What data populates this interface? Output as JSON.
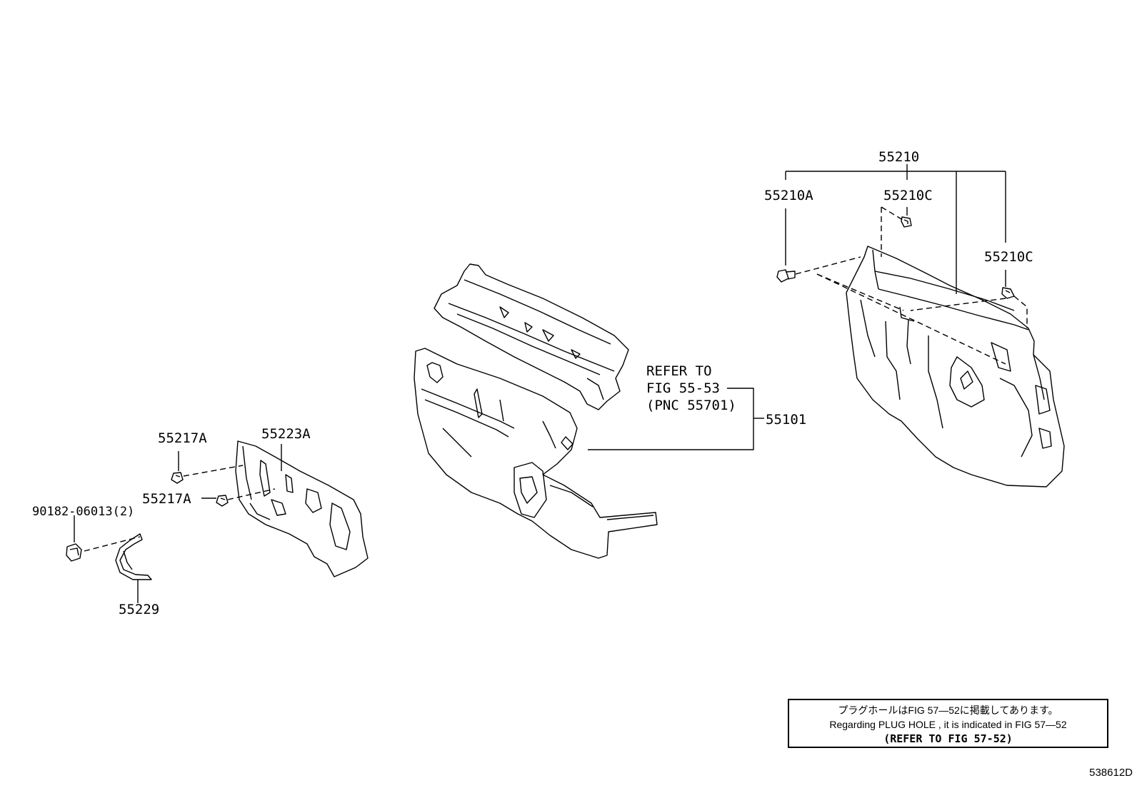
{
  "labels": {
    "p55210": "55210",
    "p55210A": "55210A",
    "p55210C_top": "55210C",
    "p55210C_right": "55210C",
    "refer_line1": "REFER TO",
    "refer_line2": "FIG 55-53",
    "refer_line3": "(PNC 55701)",
    "p55101": "55101",
    "p55217A_top": "55217A",
    "p55223A": "55223A",
    "p55217A_mid": "55217A",
    "p90182": "90182-06013(2)",
    "p55229": "55229"
  },
  "note": {
    "line1": "プラグホールはFIG 57―52に掲載してあります。",
    "line2": "Regarding  PLUG  HOLE , it is indicated in FIG  57―52",
    "line3": "(REFER TO FIG 57-52)"
  },
  "figure_number": "538612D"
}
